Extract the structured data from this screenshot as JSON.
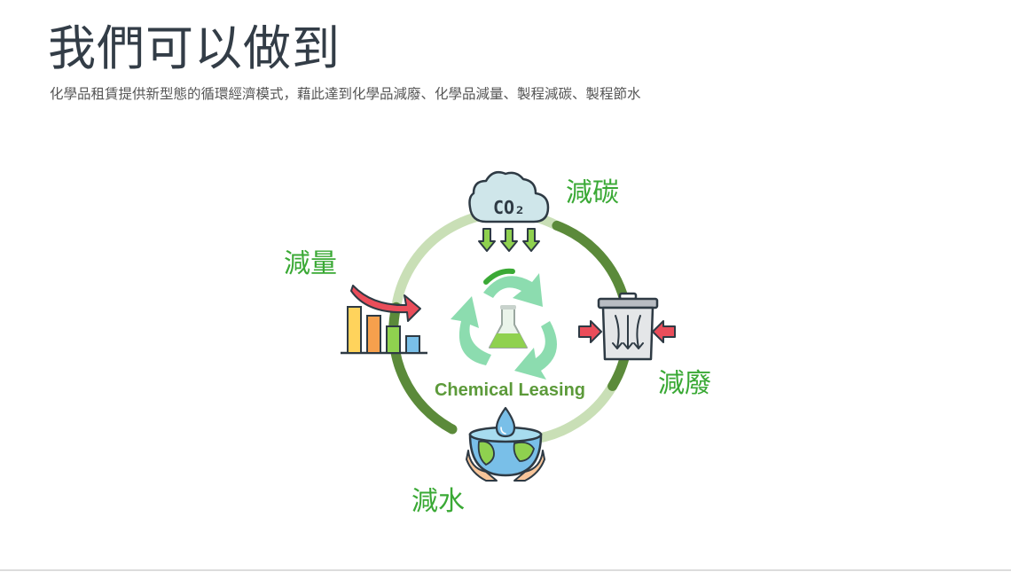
{
  "slide": {
    "title": "我們可以做到",
    "subtitle": "化學品租賃提供新型態的循環經濟模式，藉此達到化學品減廢、化學品減量、製程減碳、製程節水"
  },
  "diagram": {
    "center_label": "Chemical Leasing",
    "co2_label": "CO₂",
    "labels": {
      "carbon": "減碳",
      "quantity": "減量",
      "waste": "減廢",
      "water": "減水"
    },
    "colors": {
      "label_green": "#3aa935",
      "center_text": "#5c9a3a",
      "ring_dark": "#5b8a3a",
      "ring_light": "#c9dfb6",
      "arrow_red": "#ea4d5a",
      "recycle_green": "#7fd8a6"
    },
    "icons": {
      "top": "co2-cloud-icon",
      "left": "bar-chart-decrease-icon",
      "right": "trash-bin-compress-icon",
      "bottom": "water-globe-hands-icon",
      "center": "recycle-flask-icon"
    }
  }
}
